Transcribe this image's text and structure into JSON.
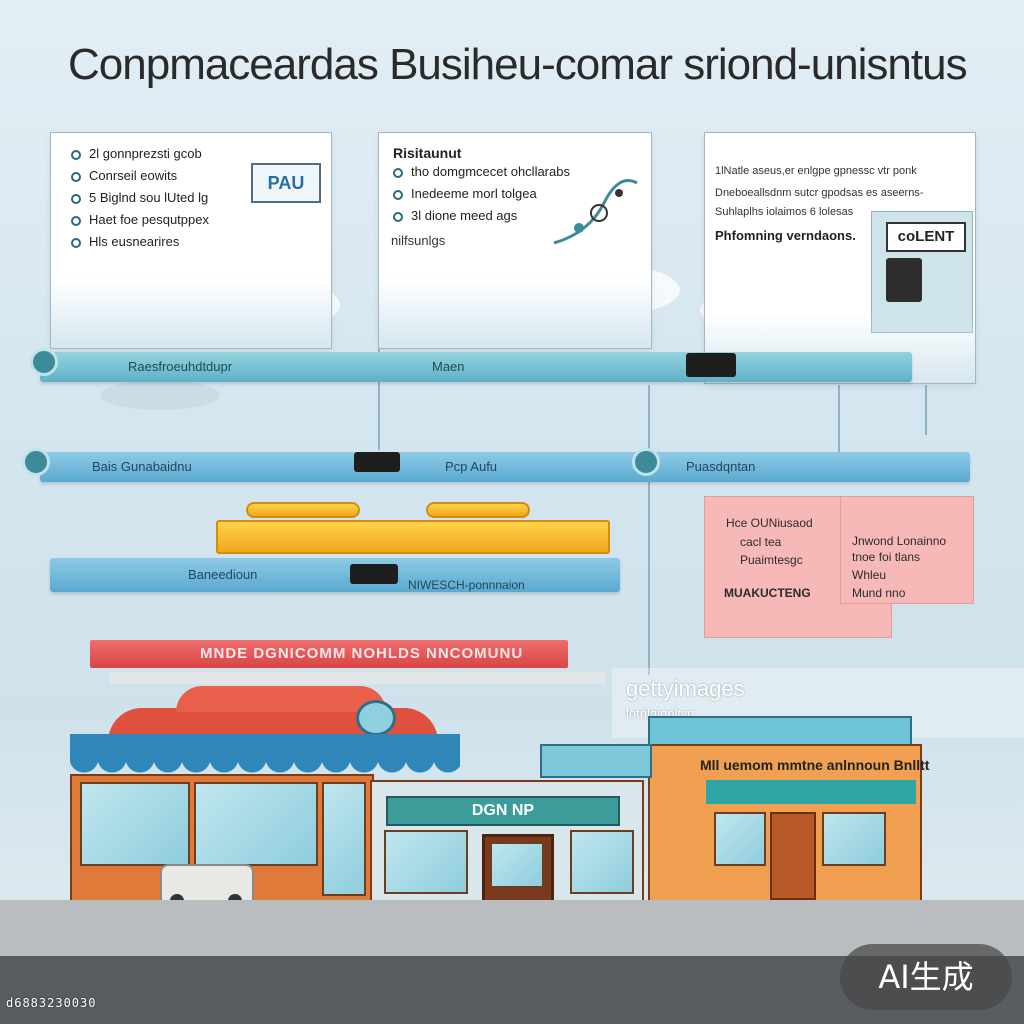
{
  "title": "Conpmaceardas  Busiheu-comar sriond-unisntus",
  "panels": [
    {
      "items": [
        "2l gonnprezsti gcob",
        "Conrseil eowits",
        "5 Biglnd sou lUted lg",
        "Haet foe pesqutppex",
        "Hls eusnearires"
      ],
      "badge": "PAU"
    },
    {
      "heading": "Risitaunut",
      "items": [
        "tho domgmcecet ohcllarabs",
        "Inedeeme morl tolgea",
        "3l dione meed ags"
      ],
      "footer": "nilfsunlgs"
    },
    {
      "lines": [
        "1lNatle aseus,er enlgpe gpnessc vtr ponk",
        "Dneboeallsdnm sutcr gpodsas es aseerns-",
        "Suhlaplhs iolaimos 6 lolesas"
      ],
      "heading": "Phfomning verndaons.",
      "sign": "coLENT"
    }
  ],
  "bars": [
    {
      "left_label": "Raesfroeuhdtdupr",
      "right_label": "Maen"
    },
    {
      "left_label": "Bais Gunabaidnu",
      "mid_label": "Pcp Aufu",
      "right_label": "Puasdqntan"
    },
    {
      "left_label": "Baneedioun",
      "right_label": "NIWESCH-ponnnaion"
    }
  ],
  "red_banner": "MNDE DGNICOMM NOHLDS NNCOMUNU",
  "pink_panel_left": {
    "items": [
      "Hce OUNiusaod",
      "cacl tea",
      "Puaimtesgc"
    ],
    "footer": "MUAKUCTENG"
  },
  "pink_panel_right": {
    "items": [
      "Jnwond Lonainno",
      "tnoe foi tlans",
      "Whleu",
      "Mund nno"
    ]
  },
  "watermark": {
    "big": "gettyimages",
    "small": "lotnlaionltyq"
  },
  "shop_sign_center": "DGN NP",
  "shop_sign_right": "Mll uemom mmtne anlnnoun Bnlltt",
  "ai_badge": "AI生成",
  "stamp_code": "d6883230030"
}
